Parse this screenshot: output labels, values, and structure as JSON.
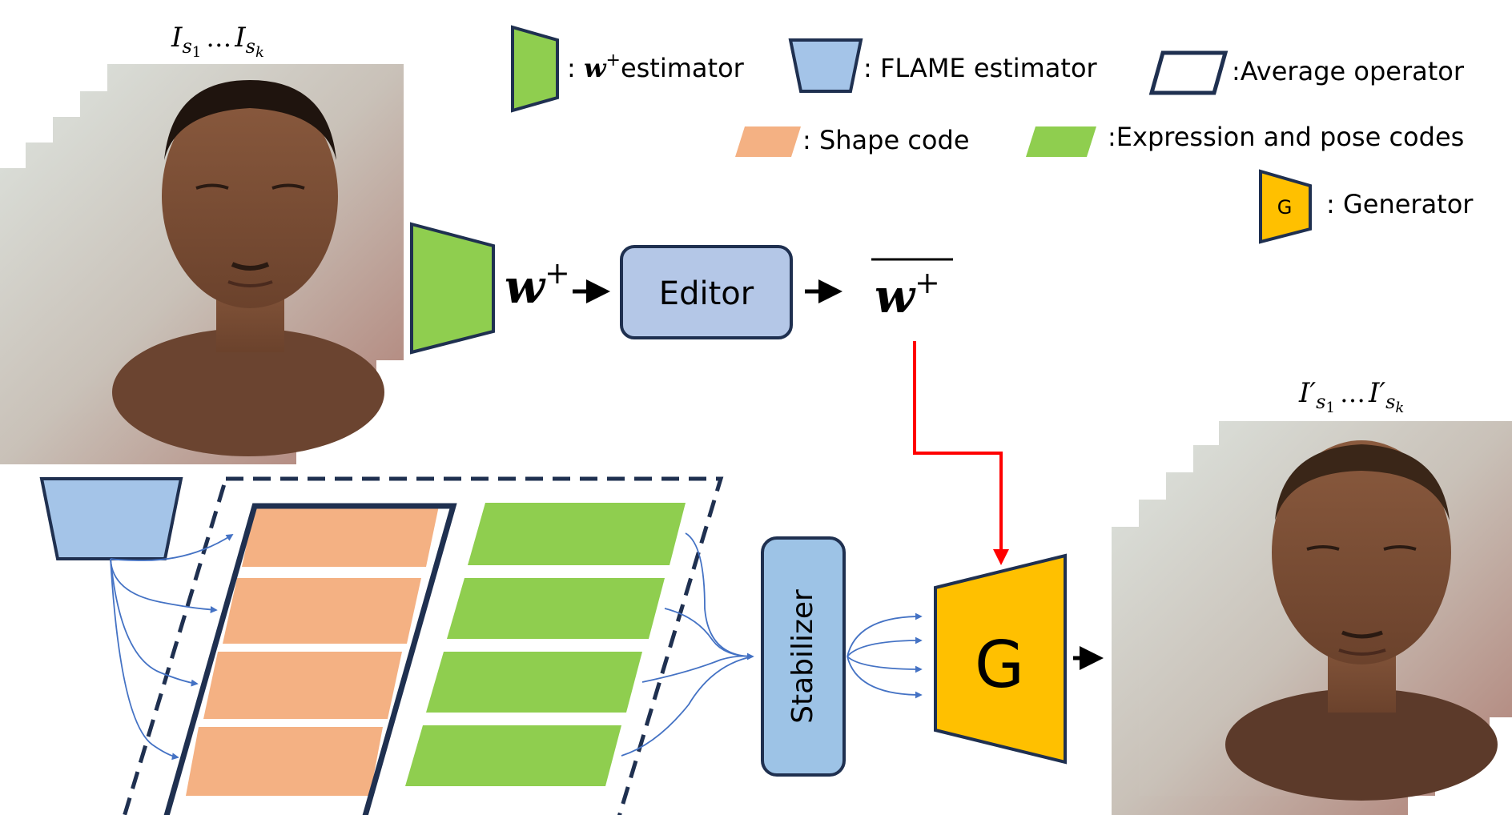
{
  "input_frames": {
    "label_main": "I",
    "label_sub1": "s",
    "label_sub1_idx": "1",
    "label_dots": "…",
    "label_sub2": "s",
    "label_sub2_idx": "k"
  },
  "output_frames": {
    "label_main": "I′",
    "label_sub1": "s",
    "label_sub1_idx": "1",
    "label_dots": "…",
    "label_sub2": "s",
    "label_sub2_idx": "k"
  },
  "legend": {
    "w_estimator_prefix": ": ",
    "w_estimator_symbol": "w",
    "w_estimator_sup": "+",
    "w_estimator_text": "estimator",
    "flame_estimator": ": FLAME estimator",
    "average_operator": ":Average operator",
    "shape_code": ": Shape code",
    "expr_pose_codes": ":Expression and pose codes",
    "generator_icon_letter": "G",
    "generator": ": Generator"
  },
  "nodes": {
    "w_plus": "w",
    "w_plus_sup": "+",
    "editor": "Editor",
    "w_bar": "w",
    "w_bar_sup": "+",
    "stabilizer": "Stabilizer",
    "generator": "G"
  },
  "colors": {
    "green": "#8fce4f",
    "blue": "#a4c4e8",
    "orange": "#f4b183",
    "gold": "#ffc000",
    "navy": "#1f3050",
    "editor_fill": "#b4c7e7",
    "stabilizer_fill": "#9dc3e6",
    "red_arrow": "#ff0000",
    "blue_arrow": "#4472c4"
  }
}
